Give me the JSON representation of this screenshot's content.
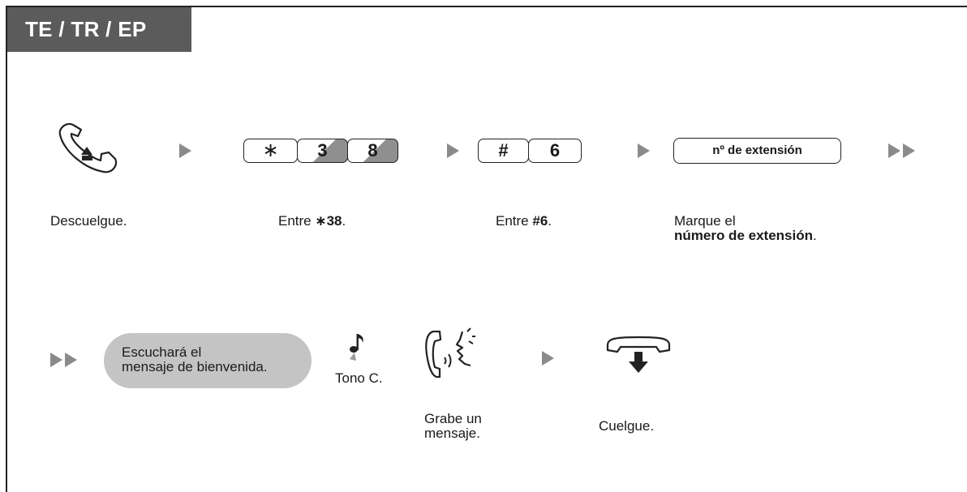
{
  "header": {
    "title": "TE / TR / EP"
  },
  "steps_row1": {
    "offhook": {
      "caption": "Descuelgue."
    },
    "code1": {
      "keys": [
        "∗",
        "3",
        "8"
      ],
      "caption_prefix": "Entre ",
      "caption_bold": "∗38",
      "caption_suffix": "."
    },
    "code2": {
      "keys": [
        "#",
        "6"
      ],
      "caption_prefix": "Entre ",
      "caption_bold": "#6",
      "caption_suffix": "."
    },
    "extension": {
      "box_label": "nº de extensión",
      "caption_line1": "Marque el",
      "caption_bold": "número de extensión",
      "caption_suffix": "."
    }
  },
  "steps_row2": {
    "bubble_text_line1": "Escuchará el",
    "bubble_text_line2": "mensaje de bienvenida.",
    "tone": {
      "label": "Tono C."
    },
    "record": {
      "caption_line1": "Grabe un",
      "caption_line2": "mensaje."
    },
    "onhook": {
      "caption": "Cuelgue."
    }
  },
  "icons": {
    "offhook": "handset-off-hook-icon",
    "tone": "musical-note-icon",
    "record": "speaking-into-handset-icon",
    "onhook": "handset-on-hook-icon"
  },
  "colors": {
    "header_bg": "#5b5b5b",
    "arrow": "#8a8a8a",
    "bubble": "#c4c4c4"
  }
}
